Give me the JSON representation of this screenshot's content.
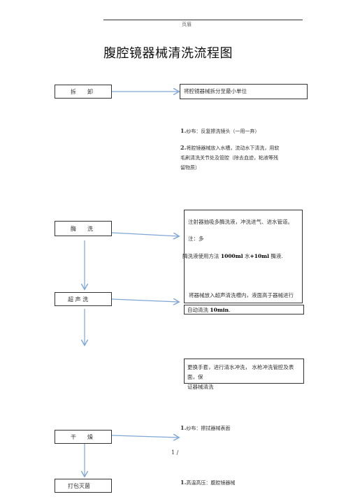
{
  "header": {
    "text": "页眉"
  },
  "title": "腹腔镜器械清洗流程图",
  "steps": [
    {
      "label": "拆　　卸"
    },
    {
      "label": "酶　　洗"
    },
    {
      "label": "超 声 洗"
    },
    {
      "label": "干　　燥"
    },
    {
      "label": "打包灭菌"
    }
  ],
  "disassemble": {
    "desc": "将腔镜器械拆分至最小单位"
  },
  "prewash": {
    "item1_num": "1.",
    "item1_text": "纱布：反复擦洗镜头（一用一弃）",
    "item2_num": "2.",
    "item2_line1": "将腔镜器械放入水槽，流动水下清洗，用软",
    "item2_line2": "毛刷清洗关节处及管腔（除去血迹，粘液等残",
    "item2_line3": "留物质）"
  },
  "enzyme": {
    "line1": "注射器抽吸多酶洗液，冲洗进气、进水管道。 注：多",
    "line2_pre": "酶洗液使用方法",
    "line2_bold": "1000ml",
    "line2_mid": "水",
    "line2_bold2": "+10ml",
    "line2_post": "酶液."
  },
  "ultrasonic": {
    "line1": "将器械放入超声清洗槽内，液面高于器械进行",
    "line2_pre": "自动清洗",
    "line2_bold": "10min",
    "line2_post": "."
  },
  "rinse": {
    "line1": "更换手套，进行清水冲洗， 水枪冲洗管腔及表 面，保",
    "line2": "证器械清洗"
  },
  "dry": {
    "item_num": "1.",
    "item_text": "纱布：擦拭器械表面"
  },
  "pack": {
    "item_num": "1.",
    "item_text": "高温高压：腹腔镜器械"
  },
  "page_number": "1 /",
  "colors": {
    "arrow": "#7fa6d4",
    "border": "#333333"
  }
}
